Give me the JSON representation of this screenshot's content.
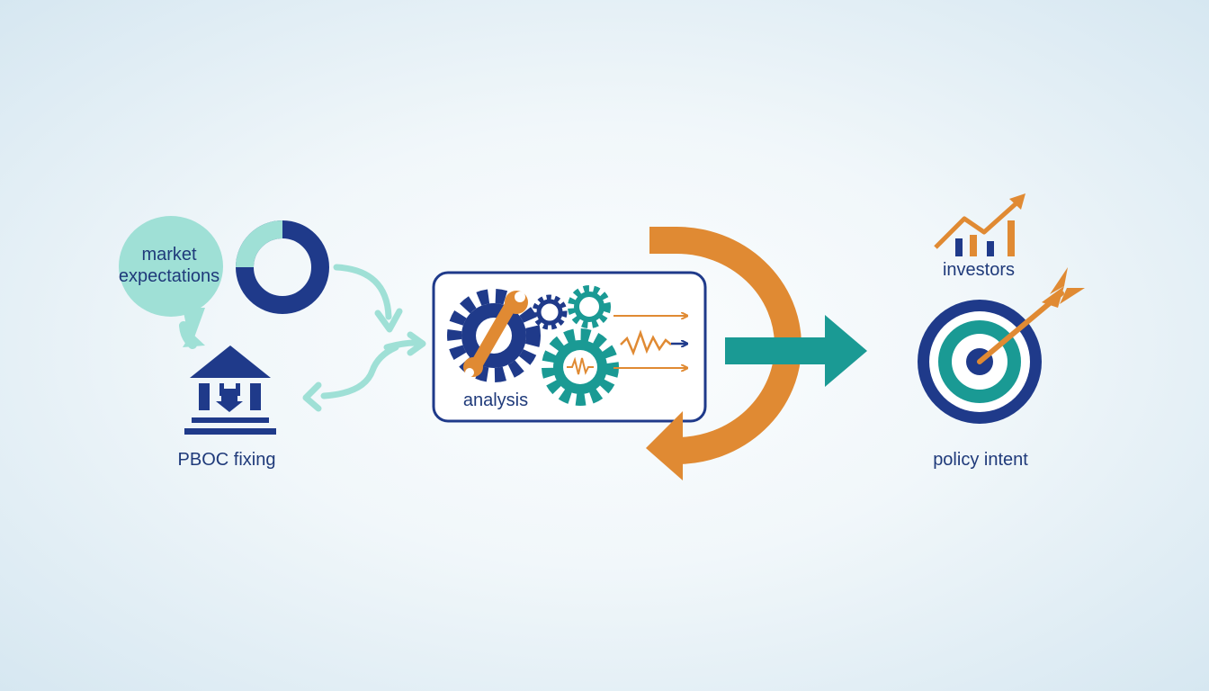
{
  "colors": {
    "navy": "#1f3a8a",
    "teal": "#1a9a94",
    "light_teal": "#8fdad0",
    "orange": "#e08a33",
    "text": "#1f3a7a"
  },
  "labels": {
    "market_expectations_line1": "market",
    "market_expectations_line2": "expectations",
    "pboc_fixing": "PBOC fixing",
    "analysis": "analysis",
    "investors": "investors",
    "policy_intent": "policy intent"
  },
  "icons": [
    "speech-bubble-icon",
    "donut-chart-icon",
    "bank-building-icon",
    "gears-wrench-icon",
    "signal-wave-icon",
    "feedback-loop-arrow-icon",
    "bar-chart-trend-icon",
    "target-arrow-icon"
  ]
}
